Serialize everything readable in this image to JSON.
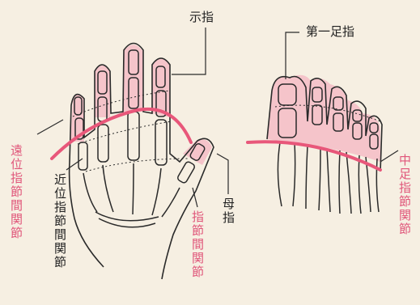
{
  "labels": {
    "index_finger": "示指",
    "big_toe": "第一足指",
    "thumb": "母指",
    "dip": "遠位指節間関節",
    "pip": "近位指節間関節",
    "ip": "指節間関節",
    "mtp": "中足指節関節"
  },
  "colors": {
    "background": "#f6efe2",
    "skin_tint": "#f5bcc6",
    "joint_line": "#e8577a",
    "outline": "#2a2a2a",
    "label_pink": "#e0567a"
  }
}
